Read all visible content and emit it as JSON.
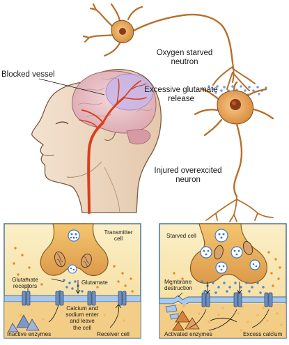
{
  "top": {
    "blocked_vessel": "Blocked vessel",
    "oxygen_starved_line1": "Oxygen starved",
    "oxygen_starved_line2": "neutron",
    "glutamate_release_line1": "Excessive glutamate",
    "glutamate_release_line2": "release",
    "injured_line1": "Injured overexcited",
    "injured_line2": "neuron"
  },
  "panel_left": {
    "transmitter_line1": "Transmitter",
    "transmitter_line2": "cell",
    "receptors_line1": "Glutamate",
    "receptors_line2": "receptors",
    "glutamate": "Glutamate",
    "influx_line1": "Calcium and",
    "influx_line2": "sodium enter",
    "influx_line3": "and leave",
    "influx_line4": "the cell",
    "inactive_enzymes": "Inactive enzymes",
    "receiver_cell": "Receiver cell"
  },
  "panel_right": {
    "starved_cell": "Starved cell",
    "membrane_line1": "Membrane",
    "membrane_line2": "destruction",
    "activated_enzymes": "Activated enzymes",
    "excess_calcium": "Excess calcium"
  },
  "colors": {
    "neuron_fill": "#e9a656",
    "neuron_stroke": "#7a4a1c",
    "nucleus": "#8a3a1a",
    "vessel": "#d8401c",
    "brain": "#e9c3c8",
    "stroke_area": "#c9b6e8",
    "panel_fill": "#f6e2a8",
    "panel_border": "#3f6a96",
    "vesicle": "#3f78c9",
    "calcium": "#e8892a",
    "enzyme": "#7f97c6"
  }
}
